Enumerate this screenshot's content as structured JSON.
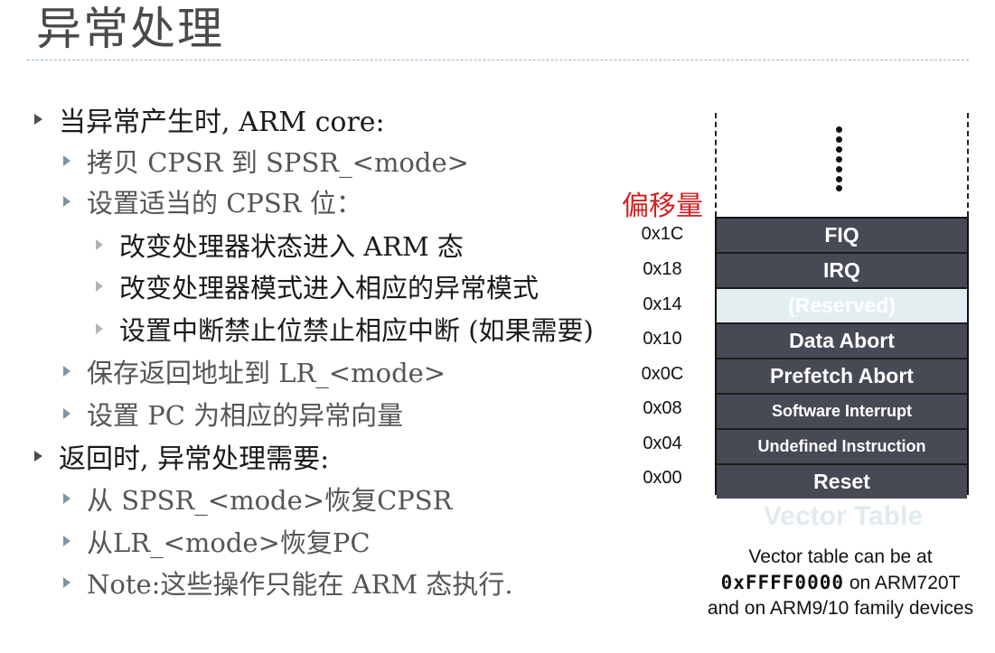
{
  "title": "异常处理",
  "bullets": {
    "b1": "当异常产生时, ARM core:",
    "b1_1": "拷贝 CPSR 到 SPSR_<mode>",
    "b1_2": "设置适当的 CPSR 位：",
    "b1_2_1": "改变处理器状态进入 ARM 态",
    "b1_2_2": "改变处理器模式进入相应的异常模式",
    "b1_2_3": "设置中断禁止位禁止相应中断 (如果需要)",
    "b1_3": "保存返回地址到 LR_<mode>",
    "b1_4": "设置 PC 为相应的异常向量",
    "b2": "返回时, 异常处理需要:",
    "b2_1": "从 SPSR_<mode>恢复CPSR",
    "b2_2": "从LR_<mode>恢复PC",
    "b2_3": "Note:这些操作只能在 ARM 态执行."
  },
  "diagram": {
    "offset_label": "偏移量",
    "rows": [
      {
        "addr": "0x1C",
        "label": "FIQ"
      },
      {
        "addr": "0x18",
        "label": "IRQ"
      },
      {
        "addr": "0x14",
        "label": "(Reserved)"
      },
      {
        "addr": "0x10",
        "label": "Data Abort"
      },
      {
        "addr": "0x0C",
        "label": "Prefetch Abort"
      },
      {
        "addr": "0x08",
        "label": "Software Interrupt"
      },
      {
        "addr": "0x04",
        "label": "Undefined Instruction"
      },
      {
        "addr": "0x00",
        "label": "Reset"
      }
    ],
    "caption": "Vector Table",
    "note_line1": "Vector table can be at",
    "note_addr": "0xFFFF0000",
    "note_line2_suffix": " on ARM720T",
    "note_line3": "and on ARM9/10 family devices"
  },
  "colors": {
    "row_bg": "#474a54",
    "reserved_bg": "#e3eef1",
    "offset_label": "#d11f1f"
  }
}
